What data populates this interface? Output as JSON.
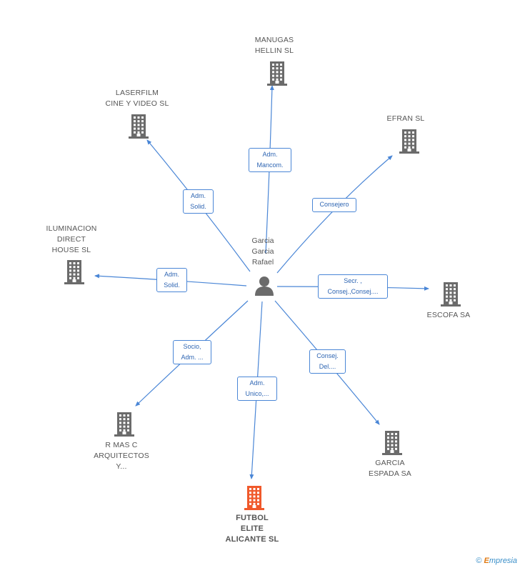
{
  "center": {
    "name": "Garcia\nGarcia\nRafael"
  },
  "nodes": [
    {
      "id": "manugas",
      "label": "MANUGAS\nHELLIN SL",
      "relation": "Adm.\nMancom."
    },
    {
      "id": "laserfilm",
      "label": "LASERFILM\nCINE Y VIDEO SL",
      "relation": "Adm.\nSolid."
    },
    {
      "id": "efran",
      "label": "EFRAN SL",
      "relation": "Consejero"
    },
    {
      "id": "iluminacion",
      "label": "ILUMINACION\nDIRECT\nHOUSE SL",
      "relation": "Adm.\nSolid."
    },
    {
      "id": "escofa",
      "label": "ESCOFA SA",
      "relation": "Secr. ,\nConsej.,Consej...."
    },
    {
      "id": "rmasc",
      "label": "R MAS C\nARQUITECTOS\nY...",
      "relation": "Socio,\nAdm. ..."
    },
    {
      "id": "garcia-espada",
      "label": "GARCIA\nESPADA SA",
      "relation": "Consej.\nDel...."
    },
    {
      "id": "futbol",
      "label": "FUTBOL\nELITE\nALICANTE SL",
      "relation": "Adm.\nUnico,...",
      "highlight": true
    }
  ],
  "colors": {
    "edge": "#4a86d6",
    "building": "#6b6b6b",
    "highlight": "#f0592b",
    "person": "#6b6b6b"
  },
  "footer": {
    "copyright": "©",
    "brand_initial": "E",
    "brand_rest": "mpresia"
  }
}
